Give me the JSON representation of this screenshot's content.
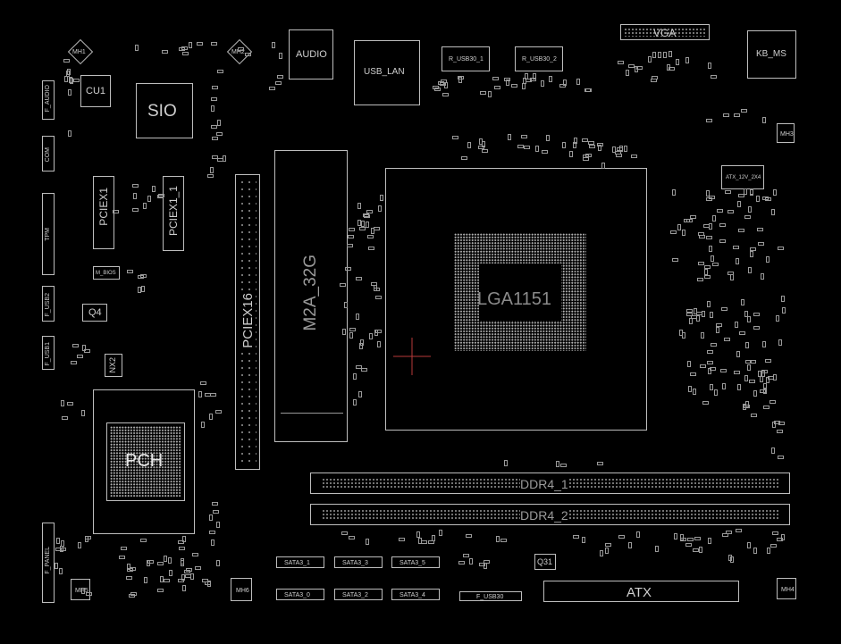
{
  "board": {
    "labels": {
      "vga": "VGA",
      "audio": "AUDIO",
      "usb_lan": "USB_LAN",
      "r_usb30_1": "R_USB30_1",
      "r_usb30_2": "R_USB30_2",
      "kb_ms": "KB_MS",
      "cu1": "CU1",
      "sio": "SIO",
      "pciex1": "PCIEX1",
      "pciex1_1": "PCIEX1_1",
      "pciex16": "PCIEX16",
      "m2a": "M2A_32G",
      "lga": "LGA1151",
      "pch": "PCH",
      "ddr4_1": "DDR4_1",
      "ddr4_2": "DDR4_2",
      "atx": "ATX",
      "atx_12v": "ATX_12V_2X4",
      "q4": "Q4",
      "q31": "Q31",
      "nx2": "NX2",
      "m_bios": "M_BIOS",
      "f_audio": "F_AUDIO",
      "com": "COM",
      "tpm": "TPM",
      "f_usb2": "F_USB2",
      "f_usb1": "F_USB1",
      "f_panel": "F_PANEL",
      "f_usb30": "F_USB30",
      "mh1": "MH1",
      "mh2": "MH2",
      "mh3": "MH3",
      "mh4": "MH4",
      "mh5": "MH5",
      "mh6": "MH6",
      "sata_1": "SATA3_1",
      "sata_3": "SATA3_3",
      "sata_5": "SATA3_5",
      "sata_0": "SATA3_0",
      "sata_2": "SATA3_2",
      "sata_4": "SATA3_4"
    },
    "colors": {
      "background": "#000000",
      "outline": "#bdbdbd",
      "crosshair": "#b83a3a"
    }
  }
}
